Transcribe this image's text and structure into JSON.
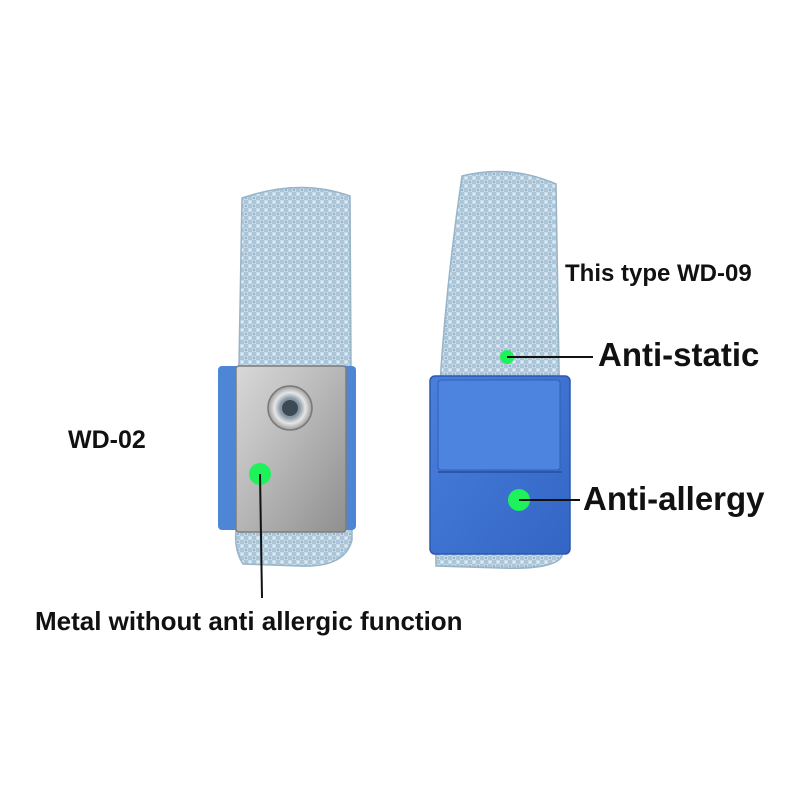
{
  "labels": {
    "type_right": "This type WD-09",
    "anti_static": "Anti-static",
    "anti_allergy": "Anti-allergy",
    "model_left": "WD-02",
    "metal_note": "Metal without anti allergic function"
  },
  "colors": {
    "strap": "#a9c6da",
    "strap_weave": "#d7e3ea",
    "buckle_blue": "#3f73d2",
    "metal": "#c8c8c8",
    "marker_green": "#1df25a",
    "text": "#111111"
  }
}
